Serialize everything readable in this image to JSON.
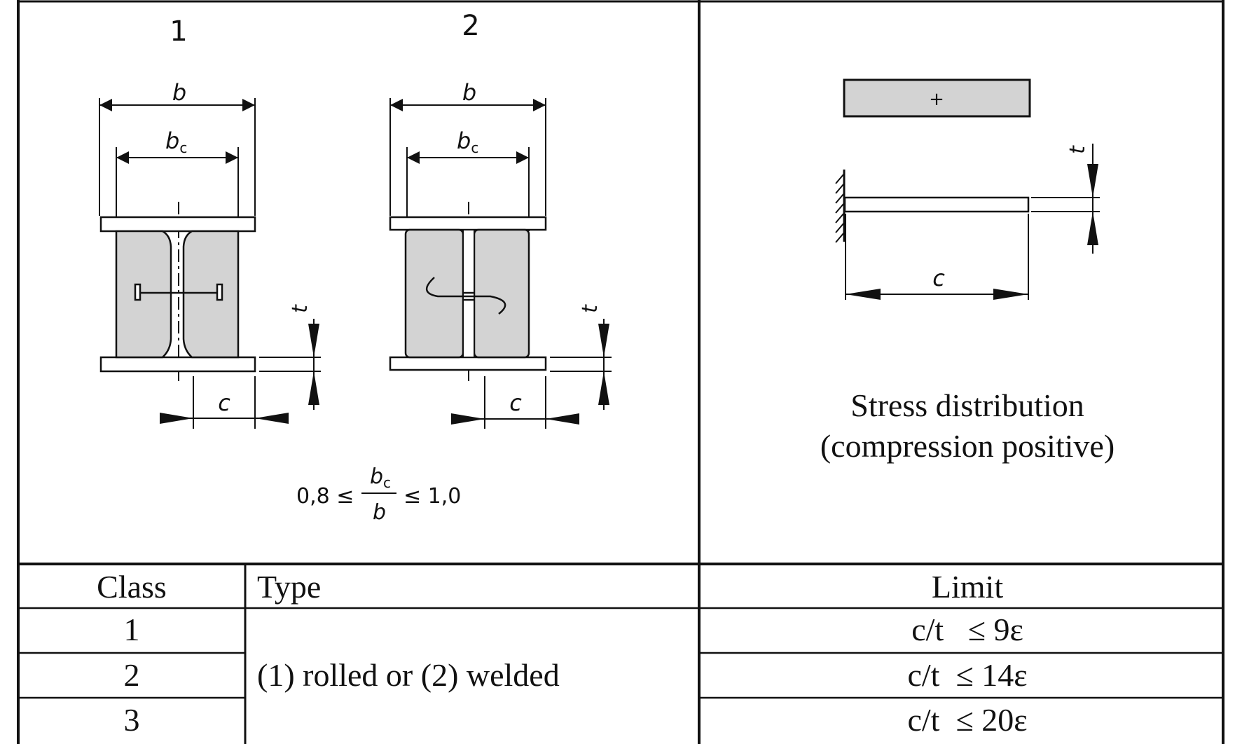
{
  "diagrams": {
    "section_labels": [
      "1",
      "2"
    ],
    "dim_b": "b",
    "dim_bc_main": "b",
    "dim_bc_sub": "c",
    "dim_c": "c",
    "dim_t": "t",
    "ratio_left": "0,8 ≤",
    "ratio_num_main": "b",
    "ratio_num_sub": "c",
    "ratio_den": "b",
    "ratio_right": "≤ 1,0",
    "stress_sign": "+",
    "stress_caption": [
      "Stress distribution",
      "(compression positive)"
    ]
  },
  "table": {
    "headers": [
      "Class",
      "Type",
      "Limit"
    ],
    "rows": [
      {
        "class": "1",
        "limit": "c/t   ≤ 9ε"
      },
      {
        "class": "2",
        "limit": "c/t  ≤ 14ε"
      },
      {
        "class": "3",
        "limit": "c/t  ≤ 20ε"
      }
    ],
    "type_value": "(1) rolled or (2) welded"
  },
  "colors": {
    "line": "#111111",
    "fill_gray": "#d3d3d3",
    "background": "#ffffff"
  }
}
